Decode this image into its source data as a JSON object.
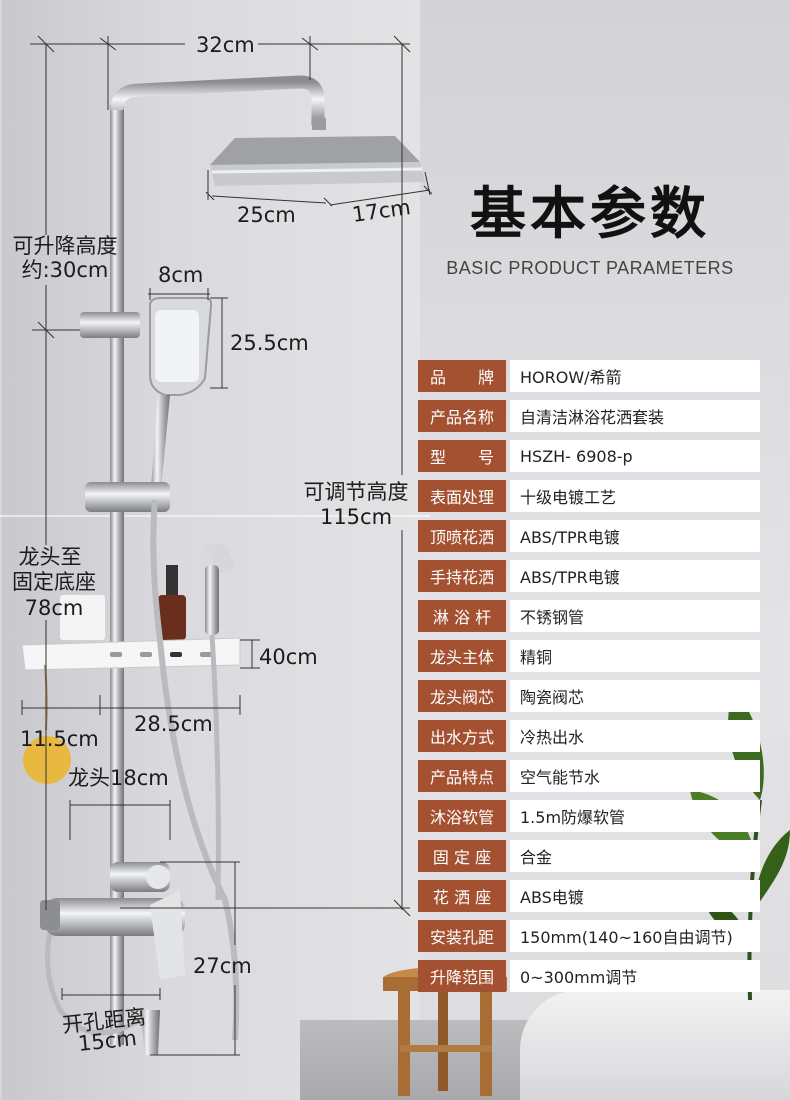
{
  "heading": {
    "title": "基本参数",
    "subtitle": "BASIC PRODUCT PARAMETERS"
  },
  "dimensions": {
    "top_width": "32cm",
    "head_width": "25cm",
    "head_depth": "17cm",
    "lift_height_line1": "可升降高度",
    "lift_height_line2": "约:30cm",
    "handheld_width": "8cm",
    "handheld_length": "25.5cm",
    "adjustable_height_line1": "可调节高度",
    "adjustable_height_line2": "115cm",
    "faucet_to_base_line1": "龙头至",
    "faucet_to_base_line2": "固定底座",
    "faucet_to_base_line3": "78cm",
    "shelf_height": "40cm",
    "shelf_left": "11.5cm",
    "shelf_width": "28.5cm",
    "faucet_width": "龙头18cm",
    "faucet_height": "27cm",
    "hole_distance_line1": "开孔距离",
    "hole_distance_line2": "15cm"
  },
  "parameters": [
    {
      "label": "品　　牌",
      "value": "HOROW/希箭"
    },
    {
      "label": "产品名称",
      "value": "自清洁淋浴花洒套装"
    },
    {
      "label": "型　　号",
      "value": "HSZH- 6908-p"
    },
    {
      "label": "表面处理",
      "value": "十级电镀工艺"
    },
    {
      "label": "顶喷花洒",
      "value": "ABS/TPR电镀"
    },
    {
      "label": "手持花洒",
      "value": "ABS/TPR电镀"
    },
    {
      "label": "淋 浴 杆",
      "value": "不锈钢管"
    },
    {
      "label": "龙头主体",
      "value": "精铜"
    },
    {
      "label": "龙头阀芯",
      "value": "陶瓷阀芯"
    },
    {
      "label": "出水方式",
      "value": "冷热出水"
    },
    {
      "label": "产品特点",
      "value": "空气能节水"
    },
    {
      "label": "沐浴软管",
      "value": "1.5m防爆软管"
    },
    {
      "label": "固 定 座",
      "value": "合金"
    },
    {
      "label": "花 洒 座",
      "value": "ABS电镀"
    },
    {
      "label": "安装孔距",
      "value": "150mm(140~160自由调节)"
    },
    {
      "label": "升降范围",
      "value": "0~300mm调节"
    }
  ],
  "colors": {
    "label_bg": "#a45131",
    "value_bg": "#ffffff"
  }
}
